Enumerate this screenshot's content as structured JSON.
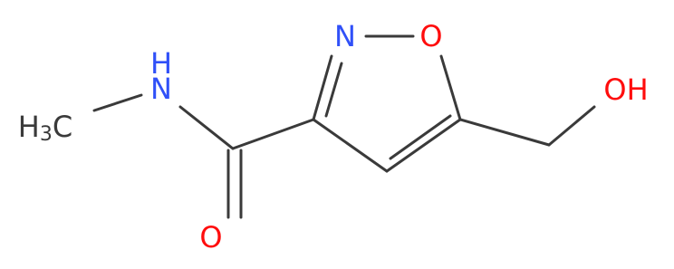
{
  "molecule": {
    "atoms": {
      "n_ring": "N",
      "o_ring": "O",
      "n_amide": "N",
      "h_amide": "H",
      "o_carbonyl": "O",
      "oh_group": "OH",
      "methyl_h": "H",
      "methyl_sub": "3",
      "methyl_c": "C"
    },
    "colors": {
      "nitrogen": "#3050F8",
      "oxygen": "#FF0D0D",
      "carbon": "#3a3a3a",
      "bond": "#3a3a3a"
    }
  }
}
